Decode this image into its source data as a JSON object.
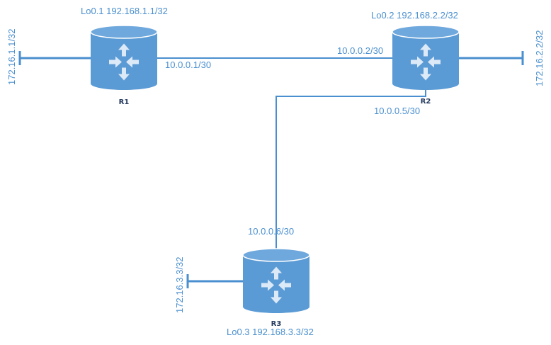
{
  "colors": {
    "link": "#4a8fcf",
    "router_body": "#5b9bd5",
    "router_top": "#6fa8dc",
    "router_outline": "#ffffff",
    "arrow": "#dce9f7",
    "router_label": "#243a5e",
    "text": "#4a8fcf"
  },
  "routers": [
    {
      "name": "R1",
      "icon": "router-icon",
      "loopback": "Lo0.1 192.168.1.1/32",
      "stub": "172.16.1.1/32"
    },
    {
      "name": "R2",
      "icon": "router-icon",
      "loopback": "Lo0.2 192.168.2.2/32",
      "stub": "172.16.2.2/32"
    },
    {
      "name": "R3",
      "icon": "router-icon",
      "loopback": "Lo0.3 192.168.3.3/32",
      "stub": "172.16.3.3/32"
    }
  ],
  "links": [
    {
      "from": "R1",
      "to": "R2",
      "from_ip": "10.0.0.1/30",
      "to_ip": "10.0.0.2/30"
    },
    {
      "from": "R2",
      "to": "R3",
      "from_ip": "10.0.0.5/30",
      "to_ip": "10.0.0.6/30"
    }
  ]
}
